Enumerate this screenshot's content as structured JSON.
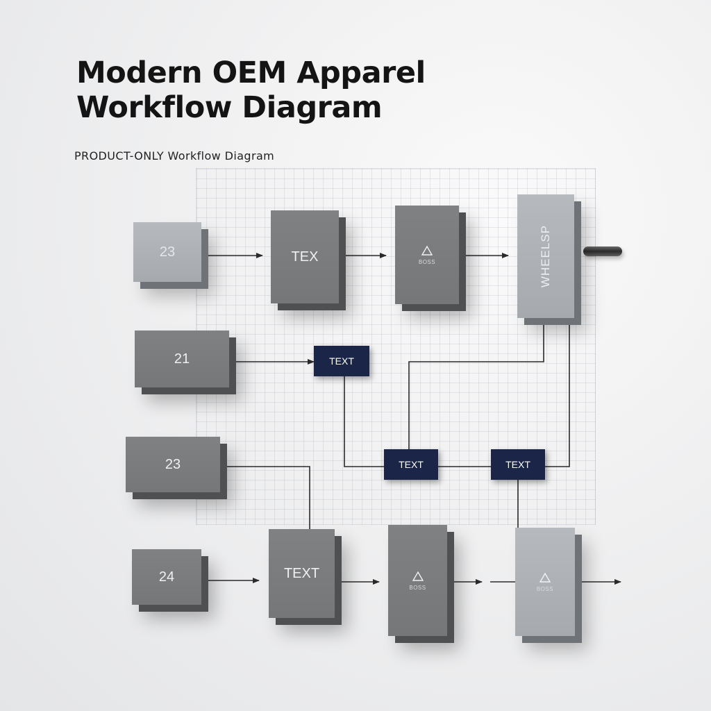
{
  "title_line1": "Modern OEM Apparel",
  "title_line2": "Workflow Diagram",
  "subtitle": "PRODUCT-ONLY Workflow Diagram",
  "nodes": {
    "r1c1": "23",
    "r1c2": "TEX",
    "r1c3": "BOSS",
    "r1c4": "WHEELSP",
    "r2c1": "21",
    "r2c2": "TEXT",
    "r3c1": "23",
    "r3c2": "TEXT",
    "r3c3": "TEXT",
    "r4c1": "24",
    "r4c2": "TEXT",
    "r4c3": "BOSS",
    "r4c4": "BOSS"
  },
  "colors": {
    "box_gray": "#7b7c7d",
    "box_light": "#afb2b7",
    "box_navy": "#1b2548",
    "wire": "#2a2a2a"
  }
}
